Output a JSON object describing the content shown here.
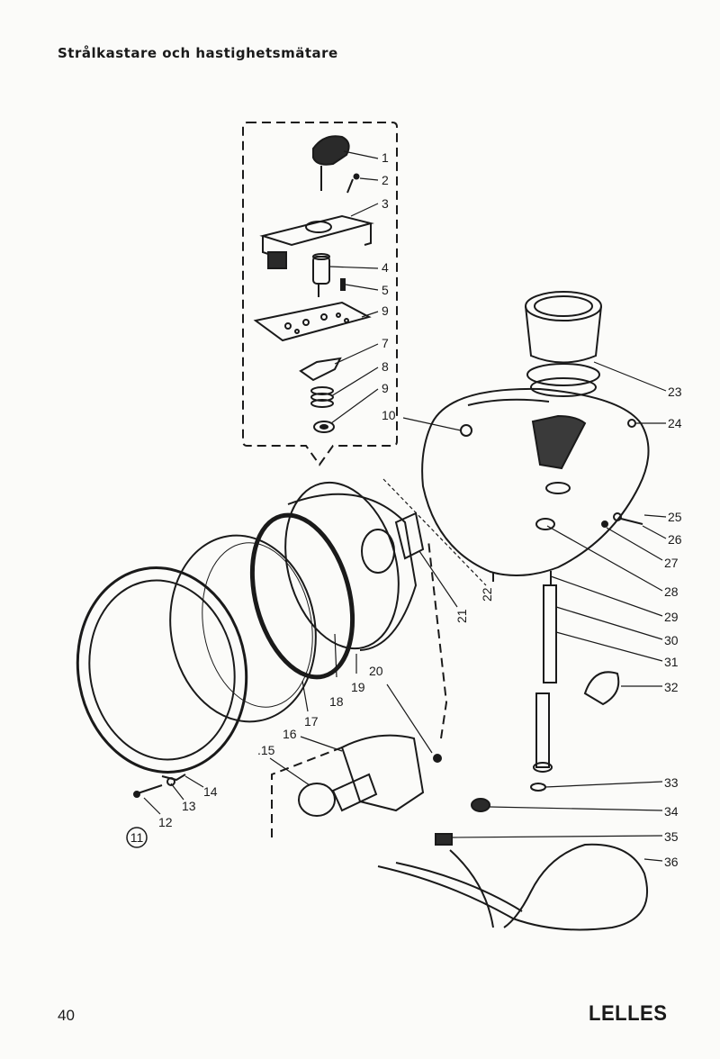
{
  "page": {
    "title": "Strålkastare och hastighetsmätare",
    "page_number": "40",
    "brand": "LELLES",
    "figure_number": "11"
  },
  "callouts": [
    "1",
    "2",
    "3",
    "4",
    "5",
    "9",
    "7",
    "8",
    "9",
    "10",
    "12",
    "13",
    "14",
    ".15",
    "16",
    "17",
    "18",
    "19",
    "20",
    "21",
    "22",
    "23",
    "24",
    "25",
    "26",
    "27",
    "28",
    "29",
    "30",
    "31",
    "32",
    "33",
    "34",
    "35",
    "36"
  ]
}
